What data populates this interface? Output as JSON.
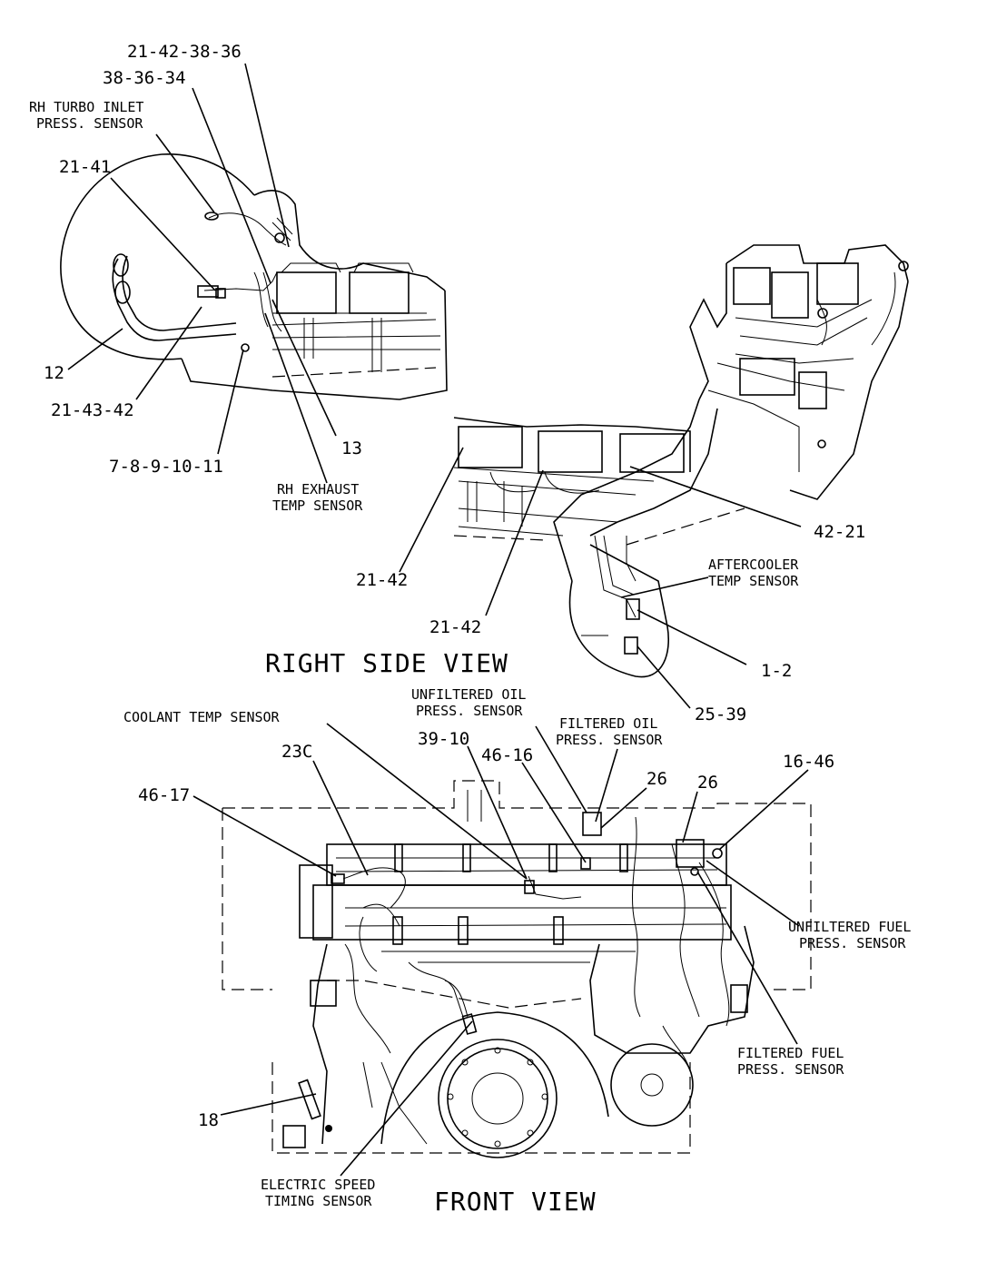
{
  "views": {
    "right_side_title": "RIGHT SIDE VIEW",
    "front_title": "FRONT VIEW"
  },
  "callouts": {
    "c_21_42_38_36": "21-42-38-36",
    "c_38_36_34": "38-36-34",
    "rh_turbo_1": "RH TURBO INLET",
    "rh_turbo_2": "PRESS. SENSOR",
    "c_21_41": "21-41",
    "c_12": "12",
    "c_21_43_42": "21-43-42",
    "c_7_11": "7-8-9-10-11",
    "c_13": "13",
    "rh_exhaust_1": "RH EXHAUST",
    "rh_exhaust_2": "TEMP SENSOR",
    "c_42_21": "42-21",
    "c_21_42_a": "21-42",
    "c_21_42_b": "21-42",
    "aftercooler_1": "AFTERCOOLER",
    "aftercooler_2": "TEMP SENSOR",
    "c_1_2": "1-2",
    "c_25_39": "25-39",
    "unfilt_oil_1": "UNFILTERED OIL",
    "unfilt_oil_2": "PRESS. SENSOR",
    "coolant": "COOLANT TEMP SENSOR",
    "filt_oil_1": "FILTERED OIL",
    "filt_oil_2": "PRESS. SENSOR",
    "c_39_10": "39-10",
    "c_23c": "23C",
    "c_46_16": "46-16",
    "c_26_a": "26",
    "c_26_b": "26",
    "c_16_46": "16-46",
    "c_46_17": "46-17",
    "unfilt_fuel_1": "UNFILTERED FUEL",
    "unfilt_fuel_2": "PRESS. SENSOR",
    "filt_fuel_1": "FILTERED FUEL",
    "filt_fuel_2": "PRESS. SENSOR",
    "c_18": "18",
    "speed_1": "ELECTRIC SPEED",
    "speed_2": "TIMING SENSOR"
  }
}
